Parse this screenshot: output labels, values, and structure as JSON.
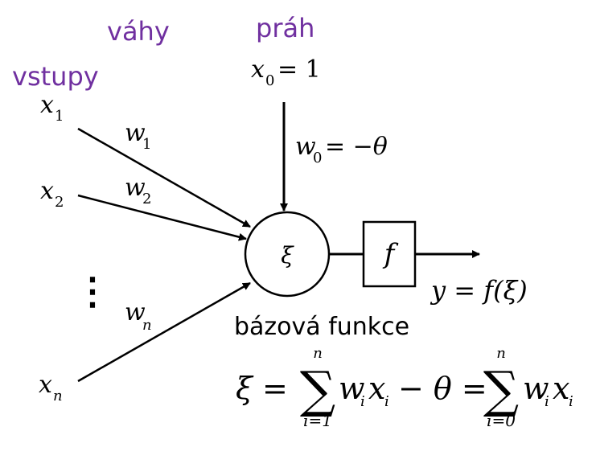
{
  "labels": {
    "inputs": "vstupy",
    "weights": "váhy",
    "threshold": "práh",
    "basis_function": "bázová funkce"
  },
  "colors": {
    "label_purple": "#7030A0",
    "stroke": "#000000"
  },
  "symbols": {
    "x_var": "x",
    "w_var": "w",
    "x1_sub": "1",
    "x2_sub": "2",
    "xn_sub": "n",
    "w1_sub": "1",
    "w2_sub": "2",
    "wn_sub": "n",
    "x0_sub": "0",
    "x0_rhs": "= 1",
    "w0_sub": "0",
    "w0_rhs": "= −θ",
    "xi": "ξ",
    "f": "f",
    "output": "y = f(ξ)",
    "dots": "⋮"
  },
  "formula": {
    "lhs": "ξ =",
    "sum": "∑",
    "sum1_upper": "n",
    "sum1_lower": "i=1",
    "term1_w": "w",
    "term1_w_sub": "i",
    "term1_x": "x",
    "term1_x_sub": "i",
    "mid": "− θ =",
    "sum2_upper": "n",
    "sum2_lower": "i=0",
    "term2_w": "w",
    "term2_w_sub": "i",
    "term2_x": "x",
    "term2_x_sub": "i"
  }
}
